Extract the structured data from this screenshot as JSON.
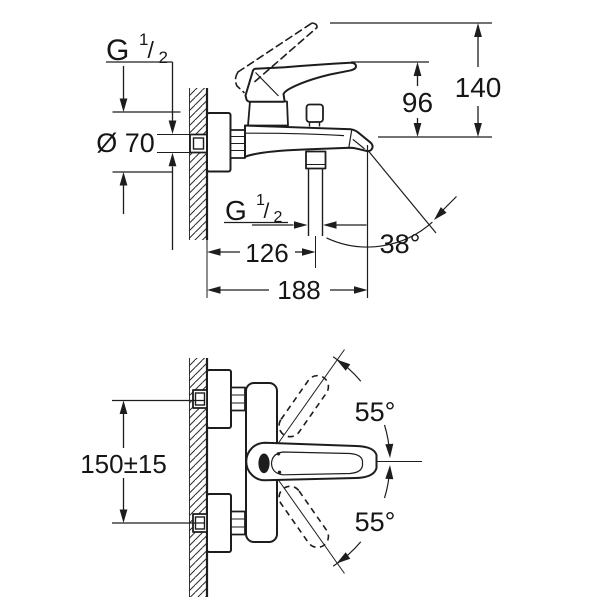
{
  "style": {
    "line_color": "#1d1d1d",
    "background": "#ffffff"
  },
  "top_view": {
    "thread_label": {
      "g": "G",
      "numerator": "1",
      "slash": "/",
      "denominator": "2"
    },
    "escutcheon_diameter": "Ø 70",
    "lever_height": "96",
    "total_height": "140",
    "outlet_thread_label": {
      "g": "G",
      "numerator": "1",
      "slash": "/",
      "denominator": "2"
    },
    "wall_to_outlet": "126",
    "spout_angle": "38°",
    "wall_to_spout_tip": "188"
  },
  "bottom_view": {
    "connection_spacing": "150±15",
    "swivel_angle_up": "55°",
    "swivel_angle_down": "55°"
  }
}
